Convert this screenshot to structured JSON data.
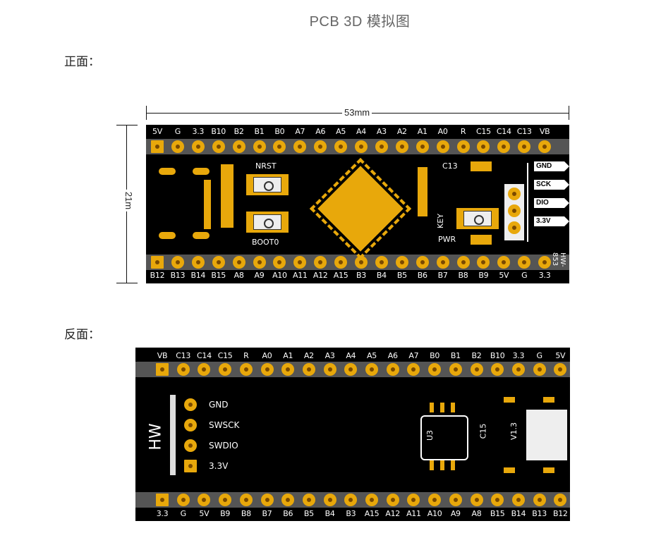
{
  "title": "PCB 3D 模拟图",
  "front_label": "正面：",
  "back_label": "反面：",
  "dim_width": "53mm",
  "dim_height": "21m",
  "front": {
    "top_pins": [
      "5V",
      "G",
      "3.3",
      "B10",
      "B2",
      "B1",
      "B0",
      "A7",
      "A6",
      "A5",
      "A4",
      "A3",
      "A2",
      "A1",
      "A0",
      "R",
      "C15",
      "C14",
      "C13",
      "VB"
    ],
    "bottom_pins": [
      "B12",
      "B13",
      "B14",
      "B15",
      "A8",
      "A9",
      "A10",
      "A11",
      "A12",
      "A15",
      "B3",
      "B4",
      "B5",
      "B6",
      "B7",
      "B8",
      "B9",
      "5V",
      "G",
      "3.3"
    ],
    "nrst": "NRST",
    "boot0": "BOOT0",
    "c13": "C13",
    "key": "KEY",
    "pwr": "PWR",
    "swd_tags": [
      "GND",
      "SCK",
      "DIO",
      "3.3V"
    ],
    "model": "HW-853"
  },
  "back": {
    "top_pins": [
      "VB",
      "C13",
      "C14",
      "C15",
      "R",
      "A0",
      "A1",
      "A2",
      "A3",
      "A4",
      "A5",
      "A6",
      "A7",
      "B0",
      "B1",
      "B2",
      "B10",
      "3.3",
      "G",
      "5V"
    ],
    "bottom_pins": [
      "3.3",
      "G",
      "5V",
      "B9",
      "B8",
      "B7",
      "B6",
      "B5",
      "B4",
      "B3",
      "A15",
      "A12",
      "A11",
      "A10",
      "A9",
      "A8",
      "B15",
      "B14",
      "B13",
      "B12"
    ],
    "hw": "HW",
    "swd_labels": [
      "GND",
      "SWSCK",
      "SWDIO",
      "3.3V"
    ],
    "u3": "U3",
    "c15": "C15",
    "v13": "V1.3"
  },
  "colors": {
    "board": "#000000",
    "gold": "#e8a80b",
    "silk": "#ffffff"
  }
}
